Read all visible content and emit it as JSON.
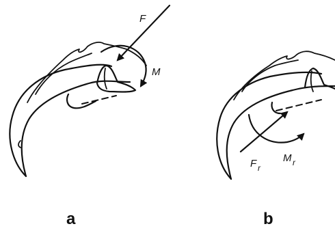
{
  "panels": [
    {
      "letter": "a",
      "force_label": "F",
      "moment_label": "M"
    },
    {
      "letter": "b",
      "force_label": "F",
      "force_subscript": "r",
      "moment_label": "M",
      "moment_subscript": "r"
    }
  ]
}
